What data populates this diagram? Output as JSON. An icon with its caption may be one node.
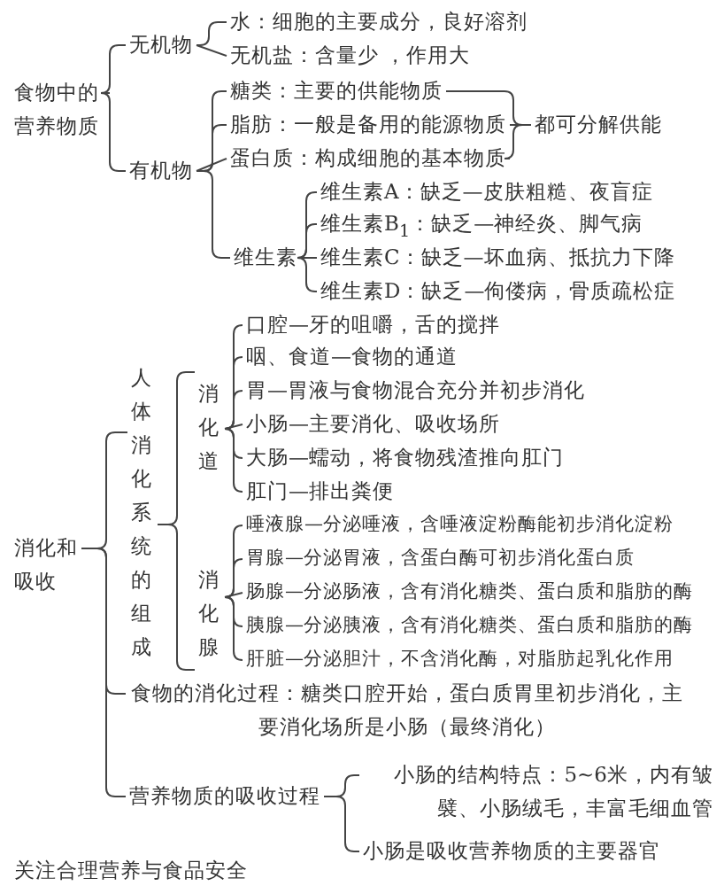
{
  "diagram": {
    "nodes": [
      {
        "text": [
          "食物中的营养物质"
        ]
      },
      {
        "text": [
          "无机物"
        ]
      },
      {
        "text": [
          "水：细胞的主要成分，良好溶剂"
        ]
      },
      {
        "text": [
          "无机盐：含量少 ，作用大"
        ]
      },
      {
        "text": [
          "有机物"
        ]
      },
      {
        "text": [
          "糖类：主要的供能物质"
        ]
      },
      {
        "text": [
          "脂肪：一般是备用的能源物质"
        ]
      },
      {
        "text": [
          "蛋白质：构成细胞的基本物质"
        ]
      },
      {
        "text": [
          "都可分解供能"
        ]
      },
      {
        "text": [
          "维生素"
        ]
      },
      {
        "text": [
          "维生素A：缺乏—皮肤粗糙、夜盲症"
        ]
      },
      {
        "text": [
          "维生素B$_{1}$：缺乏—神经炎、脚气病"
        ]
      },
      {
        "text": [
          "维生素C：缺乏—坏血病、抵抗力下降"
        ]
      },
      {
        "text": [
          "维生素D：缺乏—佝偻病，骨质疏松症"
        ]
      },
      {
        "text": [
          "消化和吸收"
        ]
      },
      {
        "text": [
          "人体消化系统的组成"
        ]
      },
      {
        "text": [
          "消化道"
        ]
      },
      {
        "text": [
          "口腔—牙的咀嚼，舌的搅拌"
        ]
      },
      {
        "text": [
          "咽、食道—食物的通道"
        ]
      },
      {
        "text": [
          "胃—胃液与食物混合充分并初步消化"
        ]
      },
      {
        "text": [
          "小肠—主要消化、吸收场所"
        ]
      },
      {
        "text": [
          "大肠—蠕动，将食物残渣推向肛门"
        ]
      },
      {
        "text": [
          "肛门—排出粪便"
        ]
      },
      {
        "text": [
          "消化腺"
        ]
      },
      {
        "text": [
          "唾液腺—分泌唾液，含唾液淀粉酶能初步消化淀粉"
        ]
      },
      {
        "text": [
          "胃腺—分泌胃液，含蛋白酶可初步消化蛋白质"
        ]
      },
      {
        "text": [
          "肠腺—分泌肠液，含有消化糖类、蛋白质和脂肪的酶"
        ]
      },
      {
        "text": [
          "胰腺—分泌胰液，含有消化糖类、蛋白质和脂肪的酶"
        ]
      },
      {
        "text": [
          "肝脏—分泌胆汁，不含消化酶，对脂肪起乳化作用"
        ]
      },
      {
        "text": [
          "食物的消化过程：糖类口腔开始，蛋白质胃里初步消化，主要消化场所是小肠（最终消化）"
        ]
      },
      {
        "text": [
          "营养物质的吸收过程"
        ]
      },
      {
        "text": [
          "小肠的结构特点：5~6米，内有皱襞、小肠绒毛，丰富毛细血管"
        ]
      },
      {
        "text": [
          "小肠是吸收营养物质的主要器官"
        ]
      }
    ],
    "edges": [
      {
        "from": 0,
        "to": 1,
        "arrow": "none"
      },
      {
        "from": 0,
        "to": 4,
        "arrow": "none"
      },
      {
        "from": 1,
        "to": 2,
        "arrow": "none"
      },
      {
        "from": 1,
        "to": 3,
        "arrow": "none"
      },
      {
        "from": 4,
        "to": 5,
        "arrow": "none"
      },
      {
        "from": 4,
        "to": 6,
        "arrow": "none"
      },
      {
        "from": 4,
        "to": 7,
        "arrow": "none"
      },
      {
        "from": 4,
        "to": 9,
        "arrow": "none"
      },
      {
        "from": 5,
        "to": 8,
        "arrow": "none"
      },
      {
        "from": 6,
        "to": 8,
        "arrow": "none"
      },
      {
        "from": 7,
        "to": 8,
        "arrow": "none"
      },
      {
        "from": 9,
        "to": 10,
        "arrow": "none"
      },
      {
        "from": 9,
        "to": 11,
        "arrow": "none"
      },
      {
        "from": 9,
        "to": 12,
        "arrow": "none"
      },
      {
        "from": 9,
        "to": 13,
        "arrow": "none"
      },
      {
        "from": 14,
        "to": 15,
        "arrow": "none"
      },
      {
        "from": 14,
        "to": 29,
        "arrow": "none"
      },
      {
        "from": 14,
        "to": 30,
        "arrow": "none"
      },
      {
        "from": 15,
        "to": 16,
        "arrow": "none"
      },
      {
        "from": 15,
        "to": 23,
        "arrow": "none"
      },
      {
        "from": 16,
        "to": 17,
        "arrow": "none"
      },
      {
        "from": 16,
        "to": 18,
        "arrow": "none"
      },
      {
        "from": 16,
        "to": 19,
        "arrow": "none"
      },
      {
        "from": 16,
        "to": 20,
        "arrow": "none"
      },
      {
        "from": 16,
        "to": 21,
        "arrow": "none"
      },
      {
        "from": 16,
        "to": 22,
        "arrow": "none"
      },
      {
        "from": 23,
        "to": 24,
        "arrow": "none"
      },
      {
        "from": 23,
        "to": 25,
        "arrow": "none"
      },
      {
        "from": 23,
        "to": 26,
        "arrow": "none"
      },
      {
        "from": 23,
        "to": 27,
        "arrow": "none"
      },
      {
        "from": 23,
        "to": 28,
        "arrow": "none"
      },
      {
        "from": 30,
        "to": 31,
        "arrow": "none"
      },
      {
        "from": 30,
        "to": 32,
        "arrow": "none"
      }
    ],
    "labels": [
      "关注合理营养与食品安全"
    ]
  }
}
